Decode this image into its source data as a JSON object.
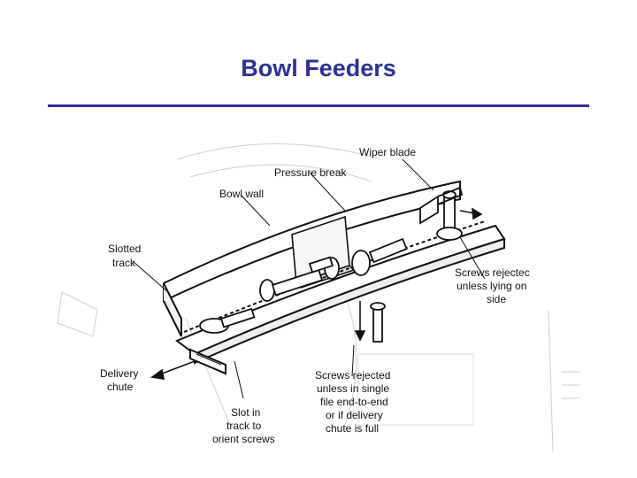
{
  "slide": {
    "title": "Bowl Feeders",
    "accent_color": "#2e3192"
  },
  "figure": {
    "labels": {
      "wiper_blade": "Wiper blade",
      "pressure_break": "Pressure break",
      "bowl_wall": "Bowl wall",
      "slotted_track_1": "Slotted",
      "slotted_track_2": "track",
      "screws_rejected_side_1": "Screws rejectec",
      "screws_rejected_side_2": "unless lying on",
      "screws_rejected_side_3": "side",
      "delivery_chute_1": "Delivery",
      "delivery_chute_2": "chute",
      "slot_1": "Slot in",
      "slot_2": "track to",
      "slot_3": "orient screws",
      "screws_rejected_file_1": "Screws rejected",
      "screws_rejected_file_2": "unless in single",
      "screws_rejected_file_3": "file end-to-end",
      "screws_rejected_file_4": "or if delivery",
      "screws_rejected_file_5": "chute is full"
    }
  }
}
